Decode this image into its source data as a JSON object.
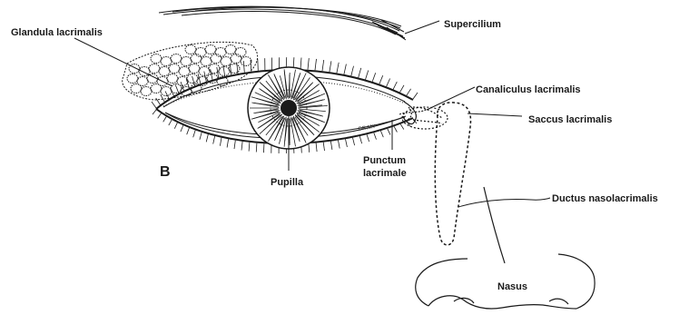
{
  "panel_letter": "B",
  "signature": "DR.MY",
  "labels": {
    "supercilium": "Supercilium",
    "glandula": "Glandula lacrimalis",
    "canaliculus": "Canaliculus lacrimalis",
    "saccus": "Saccus lacrimalis",
    "ductus": "Ductus nasolacrimalis",
    "punctum_line1": "Punctum",
    "punctum_line2": "lacrimale",
    "pupilla": "Pupilla",
    "nasus": "Nasus"
  }
}
